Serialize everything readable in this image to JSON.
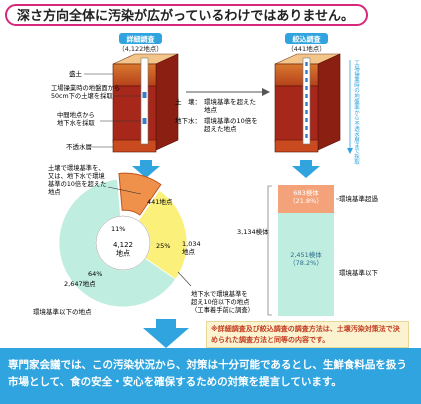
{
  "title": "深さ方向全体に汚染が広がっているわけではありません。",
  "left_panel": {
    "badge": "詳細調査",
    "count": "（4,122地点）",
    "labels": {
      "fill": "盛土",
      "sample_50cm": "工場操業時の地盤面から50cm下の土壌を採取",
      "sample_mid": "中間地点から地下水を採取",
      "aquitard": "不透水層"
    }
  },
  "right_panel": {
    "badge": "絞込調査",
    "count": "（441地点）",
    "side_text": "工場操業時の地盤面から不透水層まで採取"
  },
  "legend": {
    "soil_key": "土　壌：",
    "soil_val": "環境基準を超えた地点",
    "gw_key": "地下水：",
    "gw_val": "環境基準の10倍を超えた地点"
  },
  "donut": {
    "callout_top": "土壌で環境基準を、又は、地下水で環境基準の10倍を超えた地点",
    "slice_441": "441地点",
    "pct_11": "11%",
    "pct_25": "25%",
    "pct_64": "64%",
    "label_1034": "1,034地点",
    "label_2647": "2,647地点",
    "center": "4,122地点",
    "below_standard": "環境基準以下の地点",
    "callout_bottom": "地下水で環境基準を超え10倍以下の地点（工事着手前に調査）"
  },
  "bar": {
    "total": "3,134検体",
    "top_value": "683検体（21.8%）",
    "top_label": "環境基準超過",
    "bottom_value": "2,451検体（78.2%）",
    "bottom_label": "環境基準以下"
  },
  "note": "※詳細調査及び絞込調査の調査方法は、土壌汚染対策法で決められた調査方法と同等の内容です。",
  "conclusion": "専門家会議では、この汚染状況から、対策は十分可能であるとし、生鮮食料品を扱う市場として、食の安全・安心を確保するための対策を提言しています。",
  "colors": {
    "title_border": "#d6277c",
    "blue": "#2fa4df",
    "orange": "#f0914b",
    "mint": "#bfeee0",
    "yellow": "#fbf07a",
    "note_bg": "#fbf3cf"
  }
}
